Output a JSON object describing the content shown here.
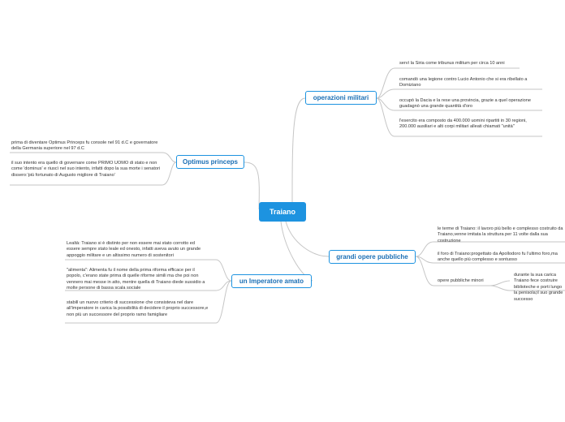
{
  "central": "Traiano",
  "branches": {
    "operazioni": {
      "title": "operazioni militari",
      "items": [
        "servì la Siria come tribunus militum per circa 10 anni",
        "comandò una legione contro Lucio Antonio che si era ribellato a Domiziano",
        "occupò la Dacia e la rese una provincia, grazie a quel operazione guadagnò una grande quantità d'oro",
        "l'esercito era composto da 400.000 uomini ripartiti in 30 regioni, 200.000 ausiliari e alti corpi militari alleati chiamati \"unità\""
      ]
    },
    "optimus": {
      "title": "Optimus princeps",
      "items": [
        "prima di diventare Optimus Princeps  fu console nel 91 d.C e governatore della Germania superiore nel 97 d.C",
        "il suo intento era quello di governare come PRIMO UOMO di stato e non come 'dominus' e riuscì nel suo intento, infatti dopo la sua morte i senatori dissero:'più fortunato di Augusto migliore di Traiano'"
      ]
    },
    "opere": {
      "title": "grandi opere pubbliche",
      "items": [
        "le terme di Traiano: il lavoro più bello e complesso costruito da Traiano,venne imitata la struttura per 11 volte dalla sua costruzione",
        "il foro di Traiano:progettato da Apollodoro fu l'ultimo foro,ma anche quello più complesso e sontuoso",
        "opere pubbliche minori"
      ],
      "sub_item": "durante la sua carica Traiano fece costruire biblioteche e porti lungo la penisola;il suo grande successo"
    },
    "imperatore": {
      "title": "un Imperatore amato",
      "items": [
        "Lealtà: Traiano si è distinto per non essere mai stato corrotto ed essere sempre stato leale ed onesto, infatti aveva avuto un grande appoggio militare e un altissimo numero di sostenitori",
        "\"alimenta\": Alimenta fu il nome della prima riforma efficace per il popolo, c'erano state prima di quelle riforme simili ma che poi non vennero mai messe in atto, mentre quella di Traiano diede sussidio a molte persone di bassa scala sociale",
        "stabilì un nuovo criterio di successione che consisteva nel dare all'imperatore in carica la possibilità di decidere il proprio successore,e non più un successore del proprio ramo famigliare"
      ]
    }
  }
}
